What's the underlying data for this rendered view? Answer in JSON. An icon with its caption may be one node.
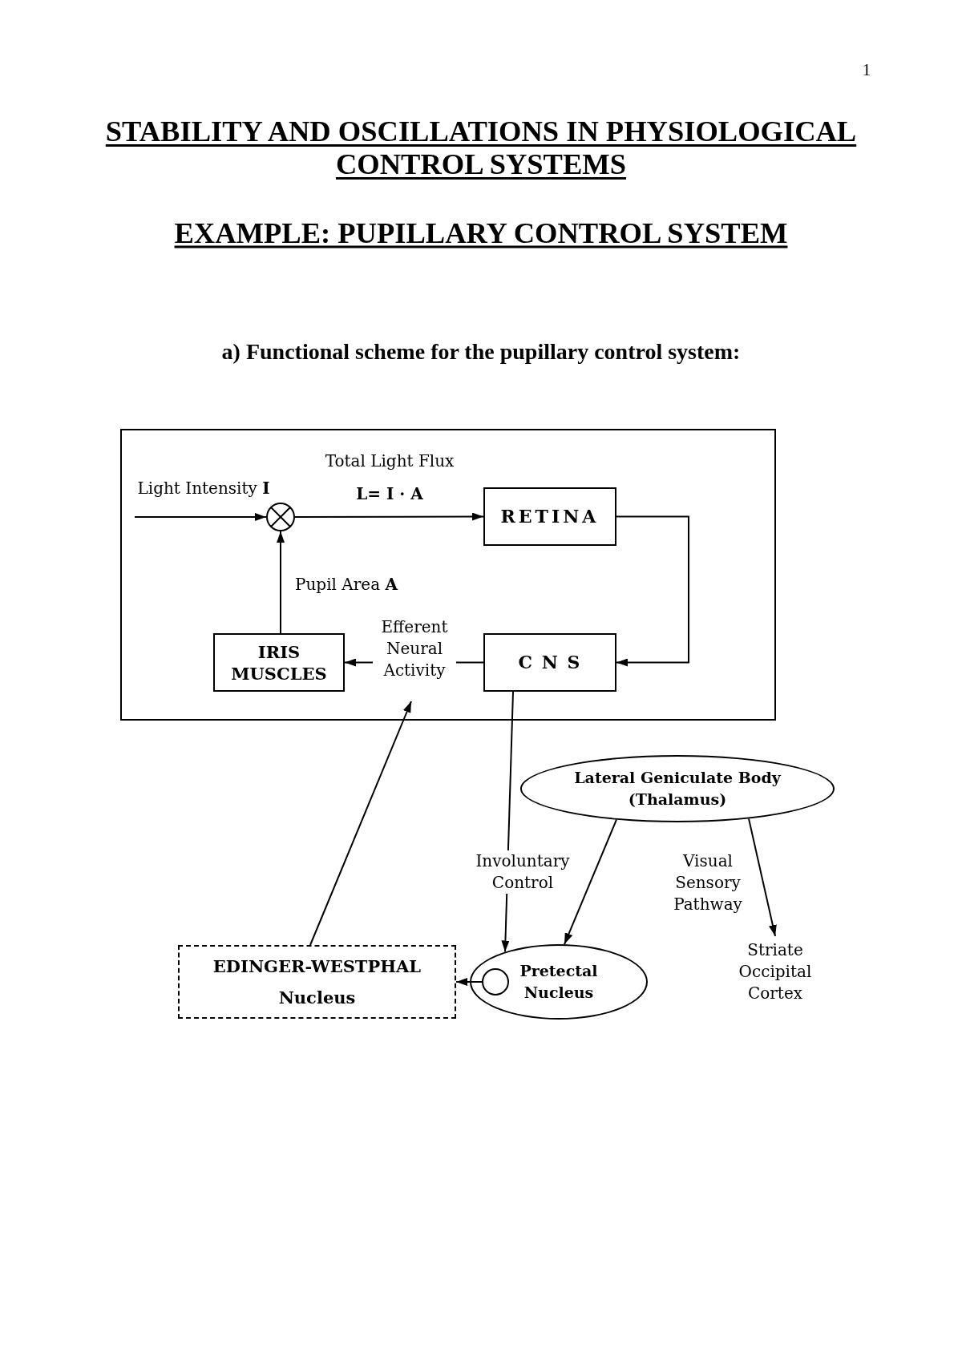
{
  "diagram": {
    "title": "STABILITY AND OSCILLATIONS IN PHYSIOLOGICAL CONTROL SYSTEMS",
    "caption": "a) Functional scheme for the pupillary control system:",
    "nodes": [
      {
        "text": [],
        "shape": "box"
      },
      {
        "text": [],
        "shape": "circle",
        "in": 0
      },
      {
        "text": [
          "RETINA"
        ],
        "in": 0
      },
      {
        "text": [
          "IRIS MUSCLES"
        ],
        "in": 0
      },
      {
        "text": [
          "C N S"
        ],
        "in": 0
      },
      {
        "text": [
          "Lateral Geniculate Body (Thalamus)"
        ]
      },
      {
        "text": [
          "EDINGER-WESTPHAL",
          "Nucleus"
        ]
      },
      {
        "text": [
          "Pretectal Nucleus"
        ]
      },
      {
        "text": [],
        "shape": "circle",
        "in": 7
      },
      {
        "text": [
          "Striate Occipital Cortex"
        ]
      }
    ],
    "edges": [
      {
        "from": null,
        "to": 1,
        "arrow": "to",
        "label": "Light Intensity **I**"
      },
      {
        "from": 1,
        "to": 2,
        "arrow": "to",
        "label": "Total Light Flux"
      },
      {
        "from": 2,
        "to": 4,
        "arrow": "to"
      },
      {
        "from": 4,
        "to": 3,
        "arrow": "to",
        "label": "Efferent Neural Activity"
      },
      {
        "from": 3,
        "to": 1,
        "arrow": "to",
        "label": "Pupil Area **A**"
      },
      {
        "from": 6,
        "to": 0,
        "arrow": "to"
      },
      {
        "from": 4,
        "to": 7,
        "arrow": "to",
        "label": "Involuntary Control"
      },
      {
        "from": 5,
        "to": 7,
        "arrow": "to"
      },
      {
        "from": 5,
        "to": 9,
        "arrow": "to",
        "label": "Visual Sensory Pathway"
      },
      {
        "from": 8,
        "to": 6,
        "arrow": "to"
      }
    ],
    "labels": [
      "1",
      "EXAMPLE: PUPILLARY CONTROL SYSTEM",
      "L= I · A"
    ]
  }
}
